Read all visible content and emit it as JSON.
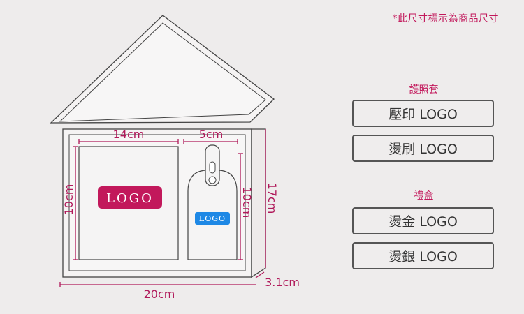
{
  "note": "*此尺寸標示為商品尺寸",
  "passport_section": {
    "title": "護照套",
    "options": [
      "壓印 LOGO",
      "燙刷 LOGO"
    ]
  },
  "giftbox_section": {
    "title": "禮盒",
    "options": [
      "燙金 LOGO",
      "燙銀 LOGO"
    ]
  },
  "diagram": {
    "passport_width": "14cm",
    "tag_width": "5cm",
    "passport_height": "10cm",
    "tag_height": "10cm",
    "box_height": "17cm",
    "box_width": "20cm",
    "box_depth": "3.1cm",
    "passport_logo": "LOGO",
    "tag_logo": "LOGO"
  },
  "colors": {
    "accent": "#b0195a",
    "passport_logo_bg": "#c2185b",
    "tag_logo_bg": "#1e88e5"
  }
}
